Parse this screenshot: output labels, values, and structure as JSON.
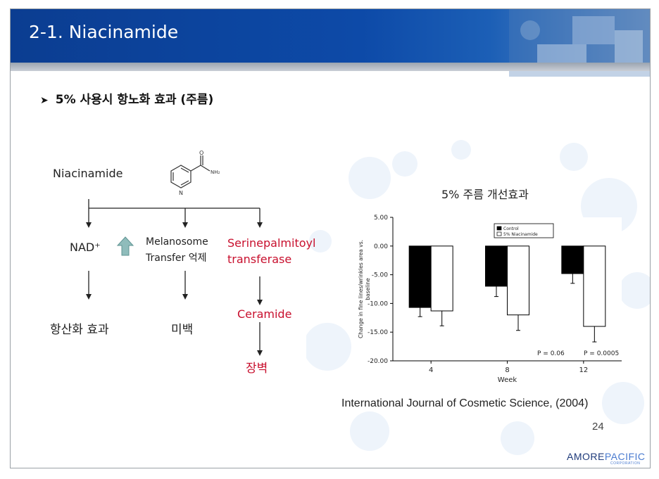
{
  "header": {
    "title": "2-1. Niacinamide"
  },
  "subtitle": {
    "bullet_icon": "arrow-bullet-icon",
    "text": "5% 사용시 항노화 효과 (주름)"
  },
  "diagram": {
    "source": "Niacinamide",
    "molecule": {
      "nh2_label": "NH₂",
      "o_label": "O",
      "n_label": "N"
    },
    "branches": [
      {
        "top": "NAD⁺",
        "bottom": "항산화 효과",
        "indicator": "up-arrow-icon"
      },
      {
        "top_line1": "Melanosome",
        "top_line2": "Transfer 억제",
        "bottom": "미백"
      },
      {
        "top_line1": "Serinepalmitoyl",
        "top_line2": "transferase",
        "middle": "Ceramide",
        "bottom": "장벽"
      }
    ],
    "colors": {
      "highlight": "#c8102e",
      "arrow": "#8fbcbb"
    }
  },
  "chart_data": {
    "type": "bar",
    "title": "5%    주름 개선효과",
    "xlabel": "Week",
    "ylabel": "Change in fine lines/wrinkles area vs. baseline",
    "categories": [
      "4",
      "8",
      "12"
    ],
    "series": [
      {
        "name": "Control",
        "color": "#000000",
        "values": [
          -10.7,
          -7.0,
          -4.8
        ],
        "errors": [
          1.6,
          1.8,
          1.7
        ]
      },
      {
        "name": "5% Niacinamide",
        "color": "#ffffff",
        "values": [
          -11.3,
          -12.0,
          -14.0
        ],
        "errors": [
          2.6,
          2.7,
          2.7
        ]
      }
    ],
    "ylim": [
      -20,
      5
    ],
    "yticks": [
      "5.00",
      "0.00",
      "-5.00",
      "-10.00",
      "-15.00",
      "-20.00"
    ],
    "annotations": [
      "P = 0.06",
      "P = 0.0005"
    ],
    "legend_position": "top-right",
    "grid": false
  },
  "citation": "International Journal of Cosmetic Science, (2004)",
  "page_number": "24",
  "logo": {
    "part1": "AMORE",
    "part2": "PACIFIC",
    "sub": "CORPORATION"
  }
}
